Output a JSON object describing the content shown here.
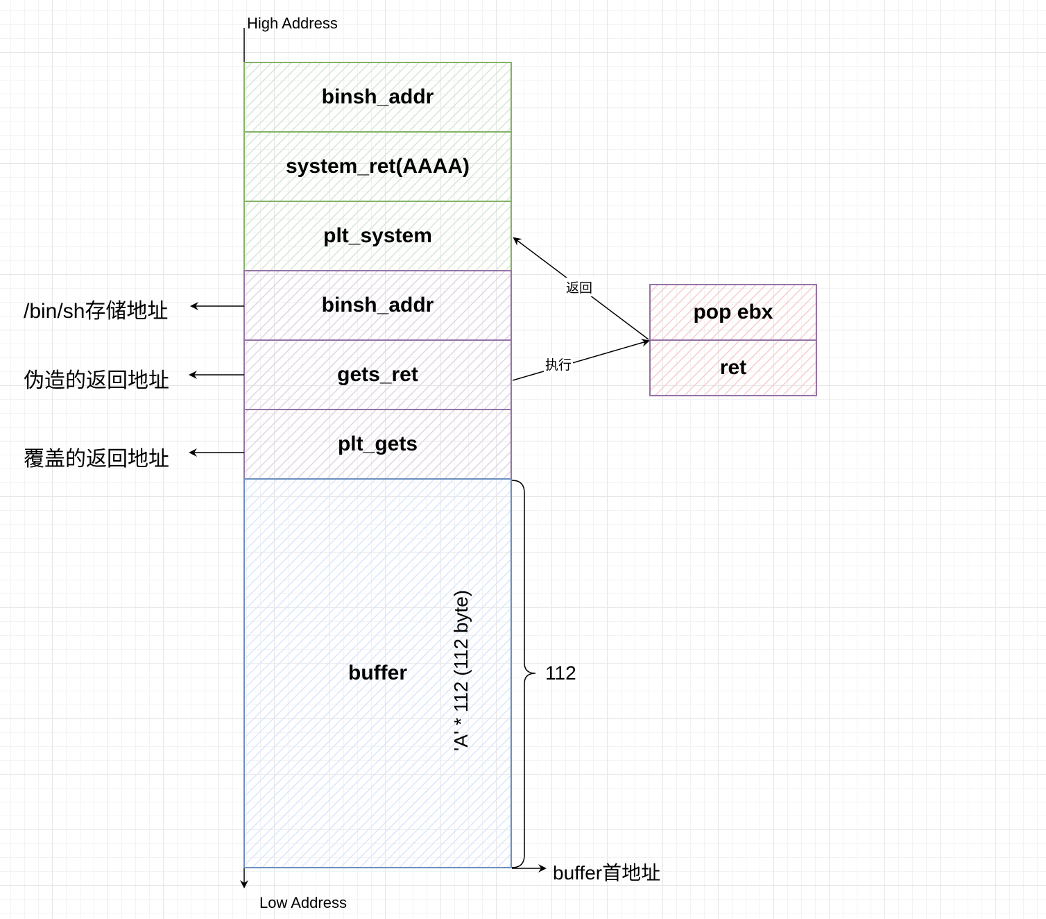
{
  "axis": {
    "high": "High Address",
    "low": "Low Address"
  },
  "stack": [
    {
      "label": "binsh_addr",
      "group": "green"
    },
    {
      "label": "system_ret(AAAA)",
      "group": "green"
    },
    {
      "label": "plt_system",
      "group": "green"
    },
    {
      "label": "binsh_addr",
      "group": "purple"
    },
    {
      "label": "gets_ret",
      "group": "purple"
    },
    {
      "label": "plt_gets",
      "group": "purple"
    },
    {
      "label": "buffer",
      "group": "blue"
    }
  ],
  "buffer_note": "'A' * 112  (112 byte)",
  "side_labels": [
    "/bin/sh存储地址",
    "伪造的返回地址",
    "覆盖的返回地址"
  ],
  "brace_label": "112",
  "buffer_start": "buffer首地址",
  "gadget": {
    "items": [
      "pop ebx",
      "ret"
    ],
    "exec_label": "执行",
    "return_label": "返回"
  },
  "colors": {
    "green_stroke": "#82b366",
    "green_fill": "#d5e8d4",
    "purple_stroke": "#9673a6",
    "purple_fill": "#e1d5e7",
    "blue_stroke": "#6c8ebf",
    "blue_fill": "#dae8fc",
    "red_stroke": "#b85450",
    "red_fill": "#f8cecc"
  }
}
